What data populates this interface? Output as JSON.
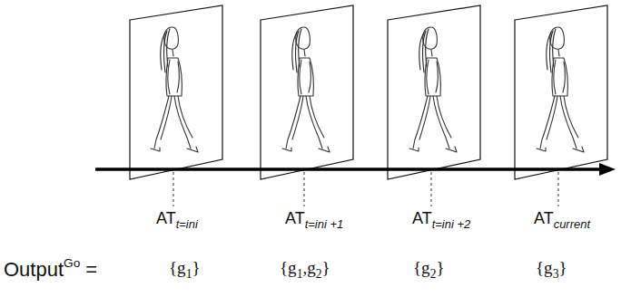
{
  "diagram": {
    "labels": [
      "AT",
      "t=ini",
      "AT",
      "t=ini +1",
      "AT",
      "t=ini +2",
      "AT",
      "current",
      "Output",
      "Go",
      "=",
      "{g",
      "1",
      "}",
      "{g",
      "1",
      ",g",
      "2",
      "}",
      "{g",
      "2",
      "}",
      "{g",
      "3",
      "}"
    ]
  }
}
